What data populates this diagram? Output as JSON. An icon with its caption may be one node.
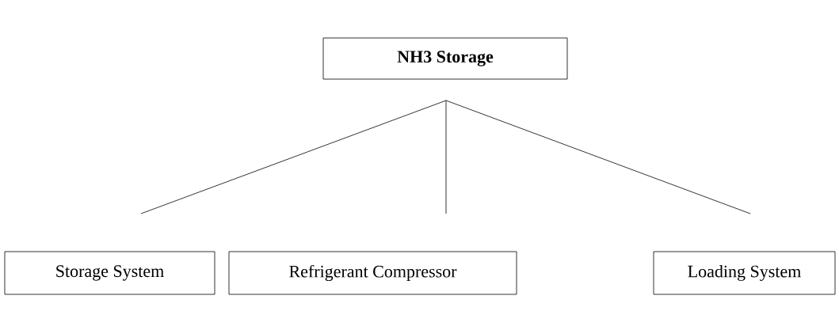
{
  "diagram": {
    "nodes": [
      {
        "text": [
          "NH3 Storage"
        ]
      },
      {
        "text": [
          "Storage System"
        ]
      },
      {
        "text": [
          "Refrigerant Compressor"
        ]
      },
      {
        "text": [
          "Loading System"
        ]
      }
    ],
    "edges": [
      {
        "from": 0,
        "to": 1,
        "arrow": "none"
      },
      {
        "from": 0,
        "to": 2,
        "arrow": "none"
      },
      {
        "from": 0,
        "to": 3,
        "arrow": "none"
      }
    ]
  }
}
